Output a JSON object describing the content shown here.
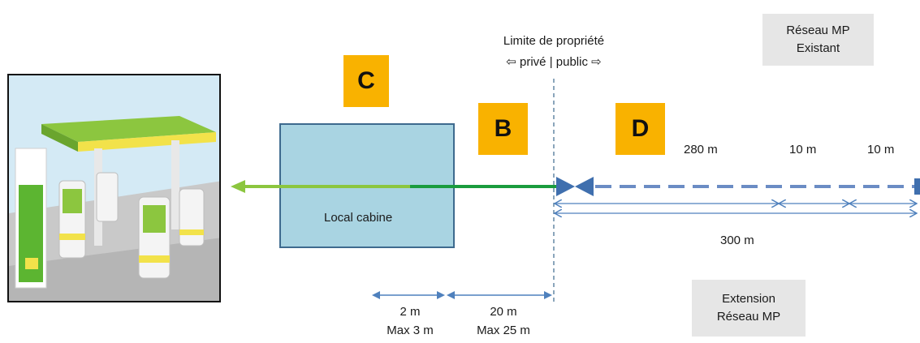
{
  "property_limit": {
    "title": "Limite de propriété",
    "sides": "⇦ privé | public ⇨"
  },
  "existing_network": {
    "line1": "Réseau MP",
    "line2": "Existant"
  },
  "extension_network": {
    "line1": "Extension",
    "line2": "Réseau MP"
  },
  "badges": {
    "c": "C",
    "b": "B",
    "d": "D"
  },
  "local_cabine_label": "Local cabine",
  "dimensions": {
    "seg_280": "280 m",
    "seg_10a": "10 m",
    "seg_10b": "10 m",
    "total_300": "300 m",
    "c_dist": "2 m",
    "c_max": "Max 3 m",
    "b_dist": "20 m",
    "b_max": "Max 25 m"
  },
  "colors": {
    "badge": "#f9b200",
    "pipe_light_green": "#8cc63f",
    "pipe_dark_green": "#1a9c3e",
    "dashed_pipe": "#5b7db8",
    "cabine_fill": "#a9d4e2",
    "cabine_border": "#3e6a8e",
    "arrow_blue": "#4f81bd"
  },
  "icons": {
    "station": "gas-station-illustration",
    "valve": "valve-icon"
  }
}
